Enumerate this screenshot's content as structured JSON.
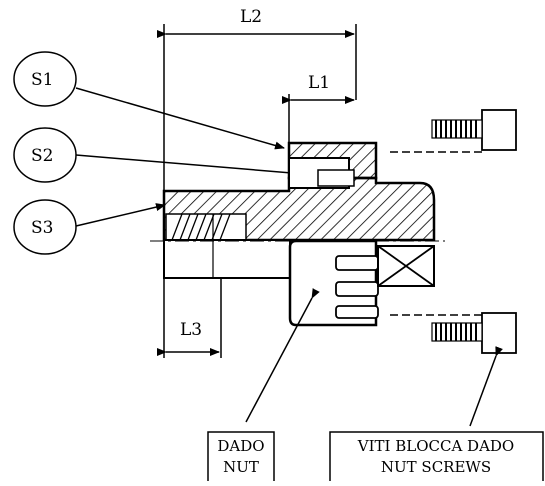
{
  "dimensions": {
    "L1": "L1",
    "L2": "L2",
    "L3": "L3"
  },
  "callouts": {
    "S1": "S1",
    "S2": "S2",
    "S3": "S3"
  },
  "labels": {
    "nut_it": "DADO",
    "nut_en": "NUT",
    "screws_it": "VITI BLOCCA DADO",
    "screws_en": "NUT SCREWS"
  }
}
